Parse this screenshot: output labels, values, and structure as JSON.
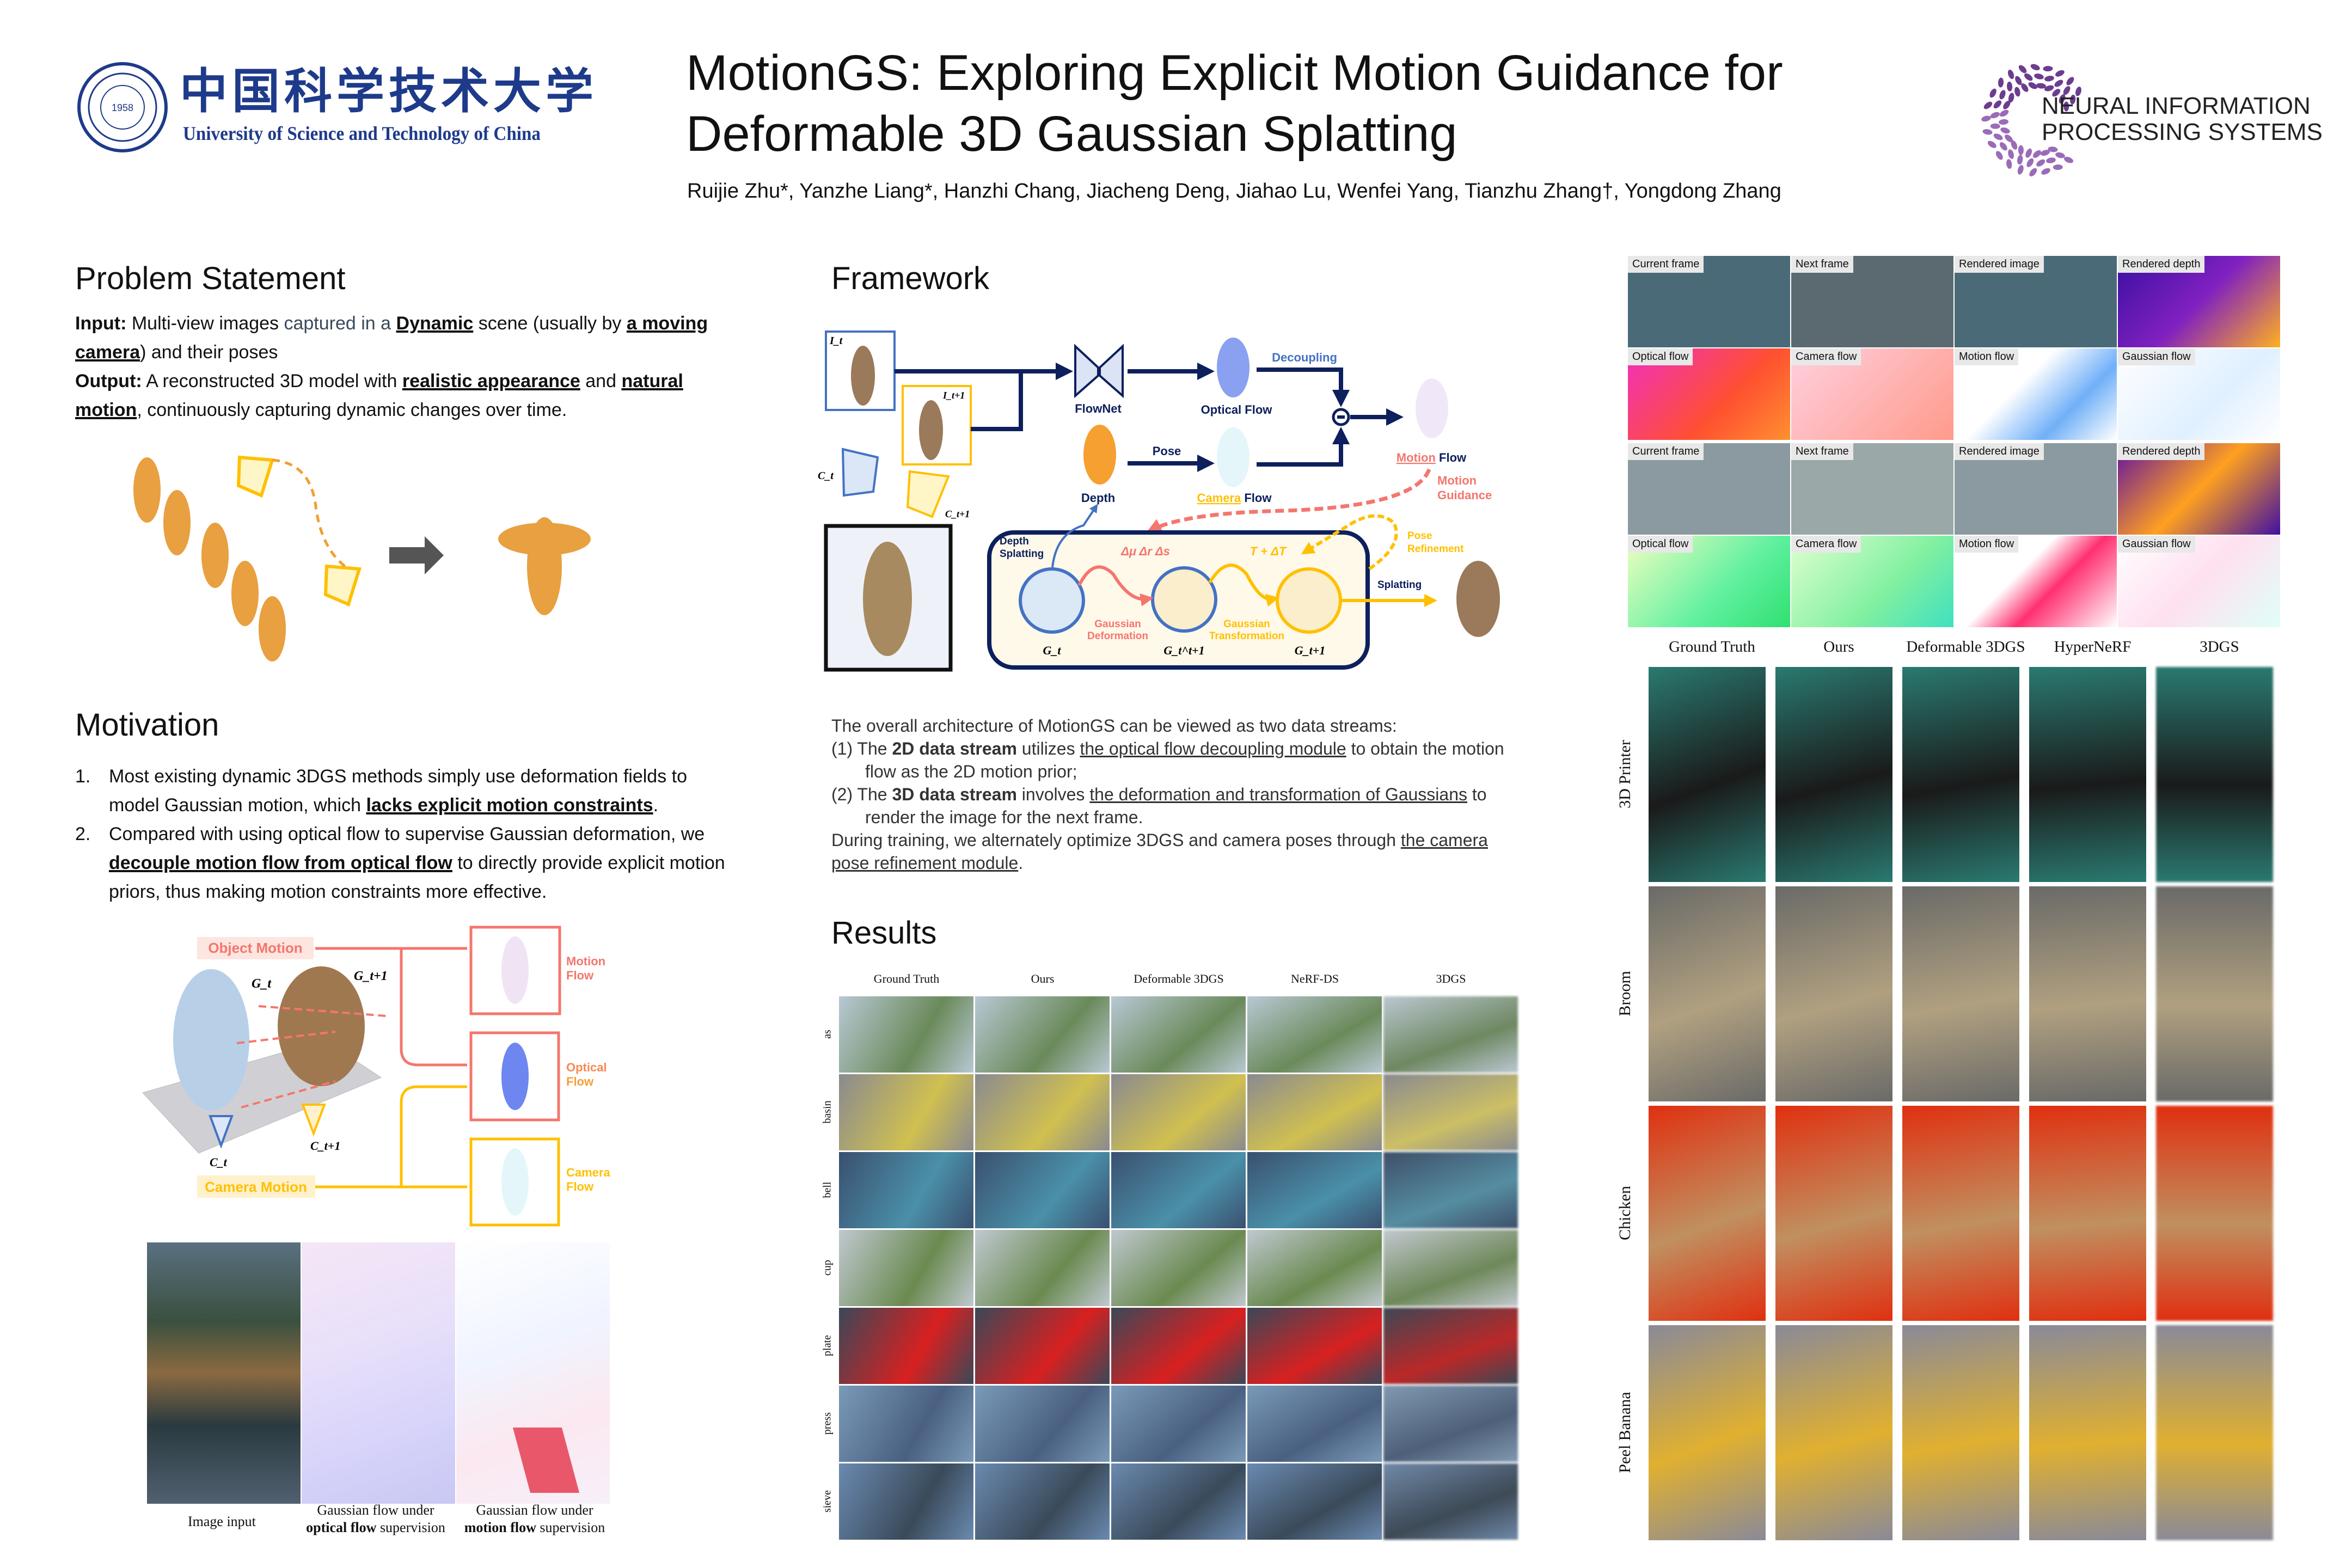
{
  "header": {
    "ustc_logo": {
      "cn": "中国科学技术大学",
      "en": "University of Science and Technology of China",
      "seal_year": "1958"
    },
    "title_line1": "MotionGS: Exploring Explicit Motion Guidance for",
    "title_line2": "Deformable 3D Gaussian Splatting",
    "authors": "Ruijie Zhu*, Yanzhe Liang*, Hanzhi Chang, Jiacheng Deng, Jiahao Lu, Wenfei Yang, Tianzhu Zhang†, Yongdong Zhang",
    "neurips_logo": {
      "line1": "NEURAL INFORMATION",
      "line2": "PROCESSING SYSTEMS"
    }
  },
  "problem": {
    "heading": "Problem Statement",
    "paragraphs": [
      [
        {
          "t": "Input:",
          "b": true
        },
        {
          "t": " Multi-view images "
        },
        {
          "t": "captured in a ",
          "c": "#3a4a5c"
        },
        {
          "t": "Dynamic",
          "u": true
        },
        {
          "t": " scene (usually by "
        },
        {
          "t": "a moving camera",
          "u": true
        },
        {
          "t": ") and their poses"
        }
      ],
      [
        {
          "t": "Output:",
          "b": true
        },
        {
          "t": " A reconstructed 3D model with "
        },
        {
          "t": "realistic appearance",
          "u": true
        },
        {
          "t": " and "
        },
        {
          "t": "natural motion",
          "u": true
        },
        {
          "t": ", continuously capturing dynamic changes over time."
        }
      ]
    ]
  },
  "motivation": {
    "heading": "Motivation",
    "items": [
      [
        {
          "t": "Most existing dynamic 3DGS methods simply use deformation fields to model Gaussian motion, which "
        },
        {
          "t": "lacks explicit motion constraints",
          "u": true
        },
        {
          "t": "."
        }
      ],
      [
        {
          "t": "Compared with using optical flow to supervise Gaussian deformation, we "
        },
        {
          "t": "decouple motion flow from optical flow",
          "u": true
        },
        {
          "t": " to directly provide explicit motion priors, thus making motion constraints more effective."
        }
      ]
    ],
    "diagram": {
      "object_motion": "Object Motion",
      "camera_motion": "Camera Motion",
      "g_t": "G_t",
      "g_t1": "G_t+1",
      "c_t": "C_t",
      "c_t1": "C_t+1",
      "motion_flow": [
        "Motion",
        "Flow"
      ],
      "optical_flow": [
        "Optical",
        "Flow"
      ],
      "camera_flow": [
        "Camera",
        "Flow"
      ]
    },
    "comparison_captions": {
      "image_input": "Image input",
      "optical_line1": "Gaussian flow under",
      "optical_bold": "optical flow",
      "optical_rest": " supervision",
      "motion_line1": "Gaussian flow under",
      "motion_bold": "motion flow",
      "motion_rest": " supervision"
    }
  },
  "framework": {
    "heading": "Framework",
    "diagram": {
      "i_t": "I_t",
      "i_t1": "I_t+1",
      "c_t": "C_t",
      "c_t1": "C_t+1",
      "flownet": "FlowNet",
      "optical_flow": "Optical Flow",
      "decoupling": "Decoupling",
      "depth": "Depth",
      "pose": "Pose",
      "camera": "Camera",
      "flow": "Flow",
      "motion": "Motion",
      "motion_guidance": [
        "Motion",
        "Guidance"
      ],
      "depth_splatting": [
        "Depth",
        "Splatting"
      ],
      "delta": "Δμ Δr Δs",
      "t_delta": "T + ΔT",
      "pose_refinement": [
        "Pose",
        "Refinement"
      ],
      "splatting": "Splatting",
      "gaussian_deformation": [
        "Gaussian",
        "Deformation"
      ],
      "gaussian_transformation": [
        "Gaussian",
        "Transformation"
      ],
      "g_t": "G_t",
      "g_tt1": "G_t^t+1",
      "g_t1": "G_t+1"
    },
    "description": {
      "intro": "The overall architecture of MotionGS can be viewed as two data streams:",
      "items": [
        [
          {
            "t": "(1) ",
            "n": true
          },
          {
            "t": "The "
          },
          {
            "t": "2D data stream",
            "b": true
          },
          {
            "t": " utilizes "
          },
          {
            "t": "the optical flow decoupling module",
            "u": true
          },
          {
            "t": " to obtain the motion flow as the 2D motion prior;"
          }
        ],
        [
          {
            "t": "(2) ",
            "n": true
          },
          {
            "t": "The "
          },
          {
            "t": "3D data stream",
            "b": true
          },
          {
            "t": " involves "
          },
          {
            "t": "the deformation and transformation of Gaussians",
            "u": true
          },
          {
            "t": " to render the image for the next frame."
          }
        ]
      ],
      "outro": [
        {
          "t": "During training, we alternately optimize 3DGS and camera poses through "
        },
        {
          "t": "the camera pose refinement module",
          "u": true
        },
        {
          "t": "."
        }
      ]
    }
  },
  "results": {
    "heading": "Results",
    "columns": [
      "Ground Truth",
      "Ours",
      "Deformable 3DGS",
      "NeRF-DS",
      "3DGS"
    ],
    "rows": [
      "as",
      "basin",
      "bell",
      "cup",
      "plate",
      "press",
      "sieve"
    ]
  },
  "flow_grid": {
    "labels": [
      "Current frame",
      "Next frame",
      "Rendered image",
      "Rendered depth",
      "Optical flow",
      "Camera flow",
      "Motion flow",
      "Gaussian flow",
      "Current frame",
      "Next frame",
      "Rendered image",
      "Rendered depth",
      "Optical flow",
      "Camera flow",
      "Motion flow",
      "Gaussian flow"
    ]
  },
  "hypernerf_results": {
    "columns": [
      "Ground Truth",
      "Ours",
      "Deformable 3DGS",
      "HyperNeRF",
      "3DGS"
    ],
    "rows": [
      "3D Printer",
      "Broom",
      "Chicken",
      "Peel Banana"
    ]
  },
  "colors": {
    "blue": "#4472c4",
    "navy": "#0d1f5c",
    "yellow": "#ffc000",
    "salmon": "#f4766d",
    "purple": "#6b3d8f",
    "ustc": "#1e3a8a"
  }
}
